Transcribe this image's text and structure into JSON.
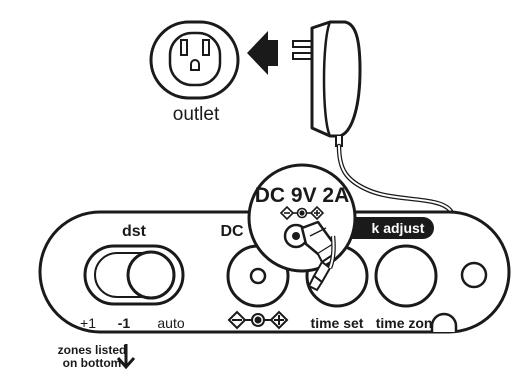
{
  "outlet": {
    "label": "outlet"
  },
  "callout": {
    "voltage": "DC 9V 2A"
  },
  "device": {
    "dst_label": "dst",
    "dst_positions": [
      "+1",
      "-1",
      "auto"
    ],
    "dc_label_partial": "DC",
    "dark_button_label": "k adjust",
    "time_set_label": "time set",
    "time_zone_label": "time zone"
  },
  "note": {
    "line1": "zones listed",
    "line2": "on bottom"
  }
}
